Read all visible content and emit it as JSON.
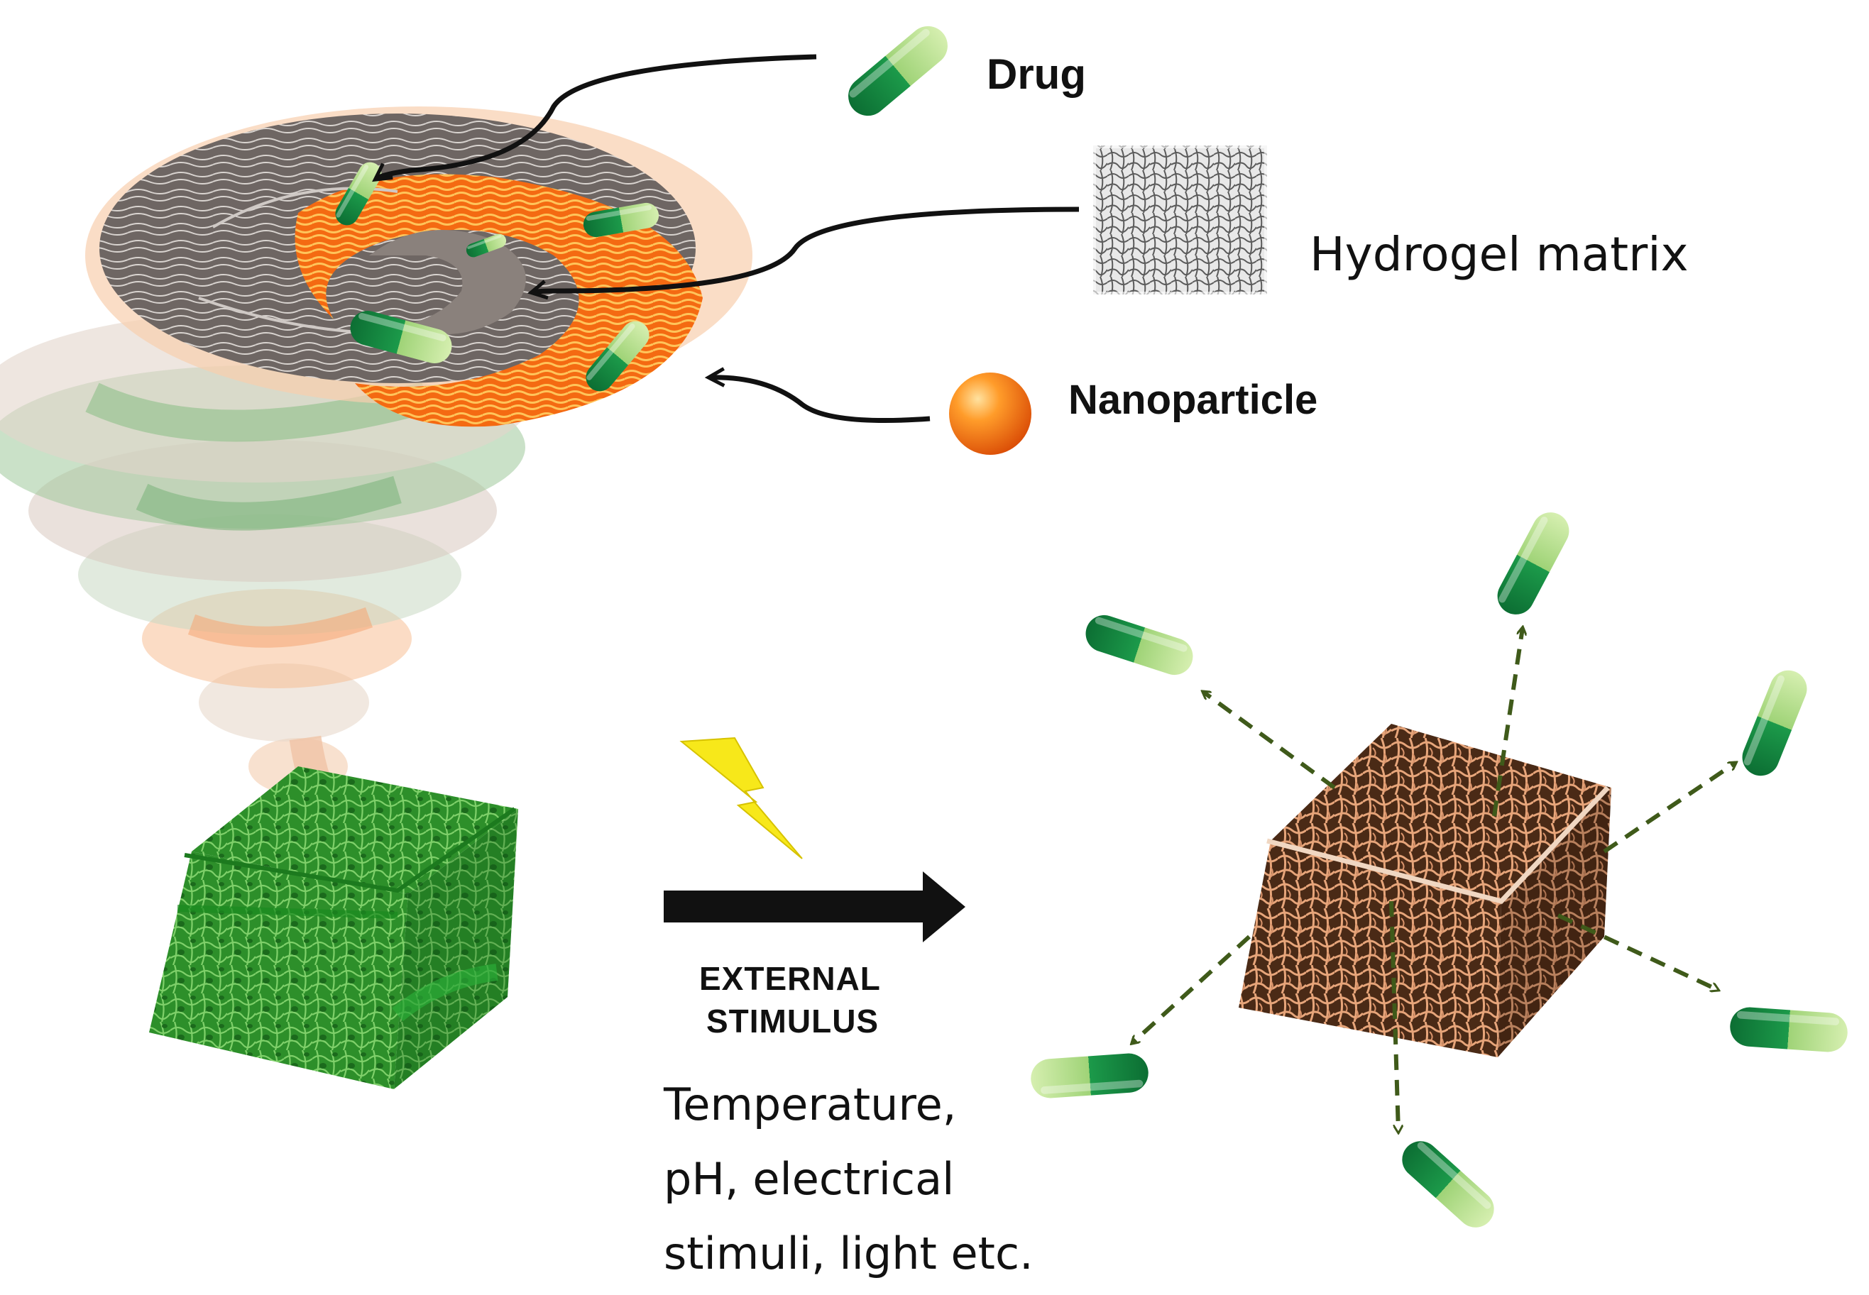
{
  "legend": {
    "drug": "Drug",
    "hydrogel": "Hydrogel matrix",
    "nanoparticle": "Nanoparticle"
  },
  "stimulus": {
    "title_line1": "EXTERNAL",
    "title_line2": "STIMULUS",
    "examples": [
      "Temperature,",
      "pH, electrical",
      "stimuli, light etc."
    ]
  },
  "colors": {
    "capsule_dark": "#0f7a3a",
    "capsule_light": "#b8e08a",
    "nanoparticle": "#f26a10",
    "gel_green": "#2f9a2a",
    "gel_brown": "#c98a5a",
    "bolt": "#f7e81a",
    "arrow": "#111111",
    "release_arrow": "#3f5a1a"
  },
  "icons": [
    "capsule-icon",
    "hydrogel-swatch-icon",
    "nanoparticle-icon",
    "lightning-icon",
    "tornado-icon",
    "cube-icon"
  ]
}
